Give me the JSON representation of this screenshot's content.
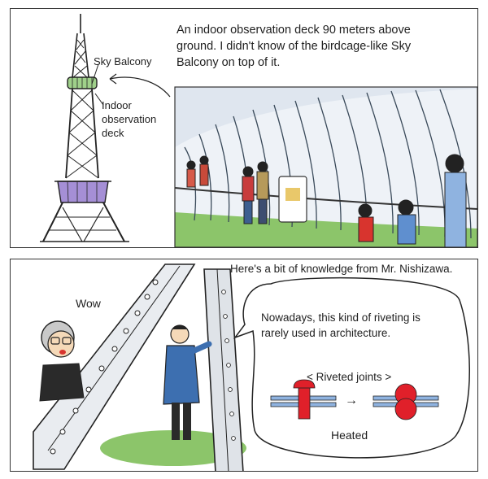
{
  "panel_top": {
    "caption": "An indoor observation deck 90 meters above ground. I didn't know of the birdcage-like Sky Balcony on top of it.",
    "label_sky_balcony": "Sky Balcony",
    "label_indoor_deck": "Indoor observation deck"
  },
  "panel_bottom": {
    "caption": "Here's a bit of knowledge from Mr. Nishizawa.",
    "exclamation": "Wow",
    "bubble_text": "Nowadays, this kind of riveting is rarely used in architecture.",
    "diagram_title": "< Riveted joints >",
    "diagram_label": "Heated",
    "diagram_arrow": "→"
  },
  "colors": {
    "outline": "#333333",
    "rivet_red": "#e0202a",
    "plate_blue": "#8fb3e0",
    "grass_green": "#8cc56a",
    "deck_purple": "#a58fd6",
    "balcony_green": "#9fd08a",
    "jacket_blue": "#3d6fb0"
  }
}
